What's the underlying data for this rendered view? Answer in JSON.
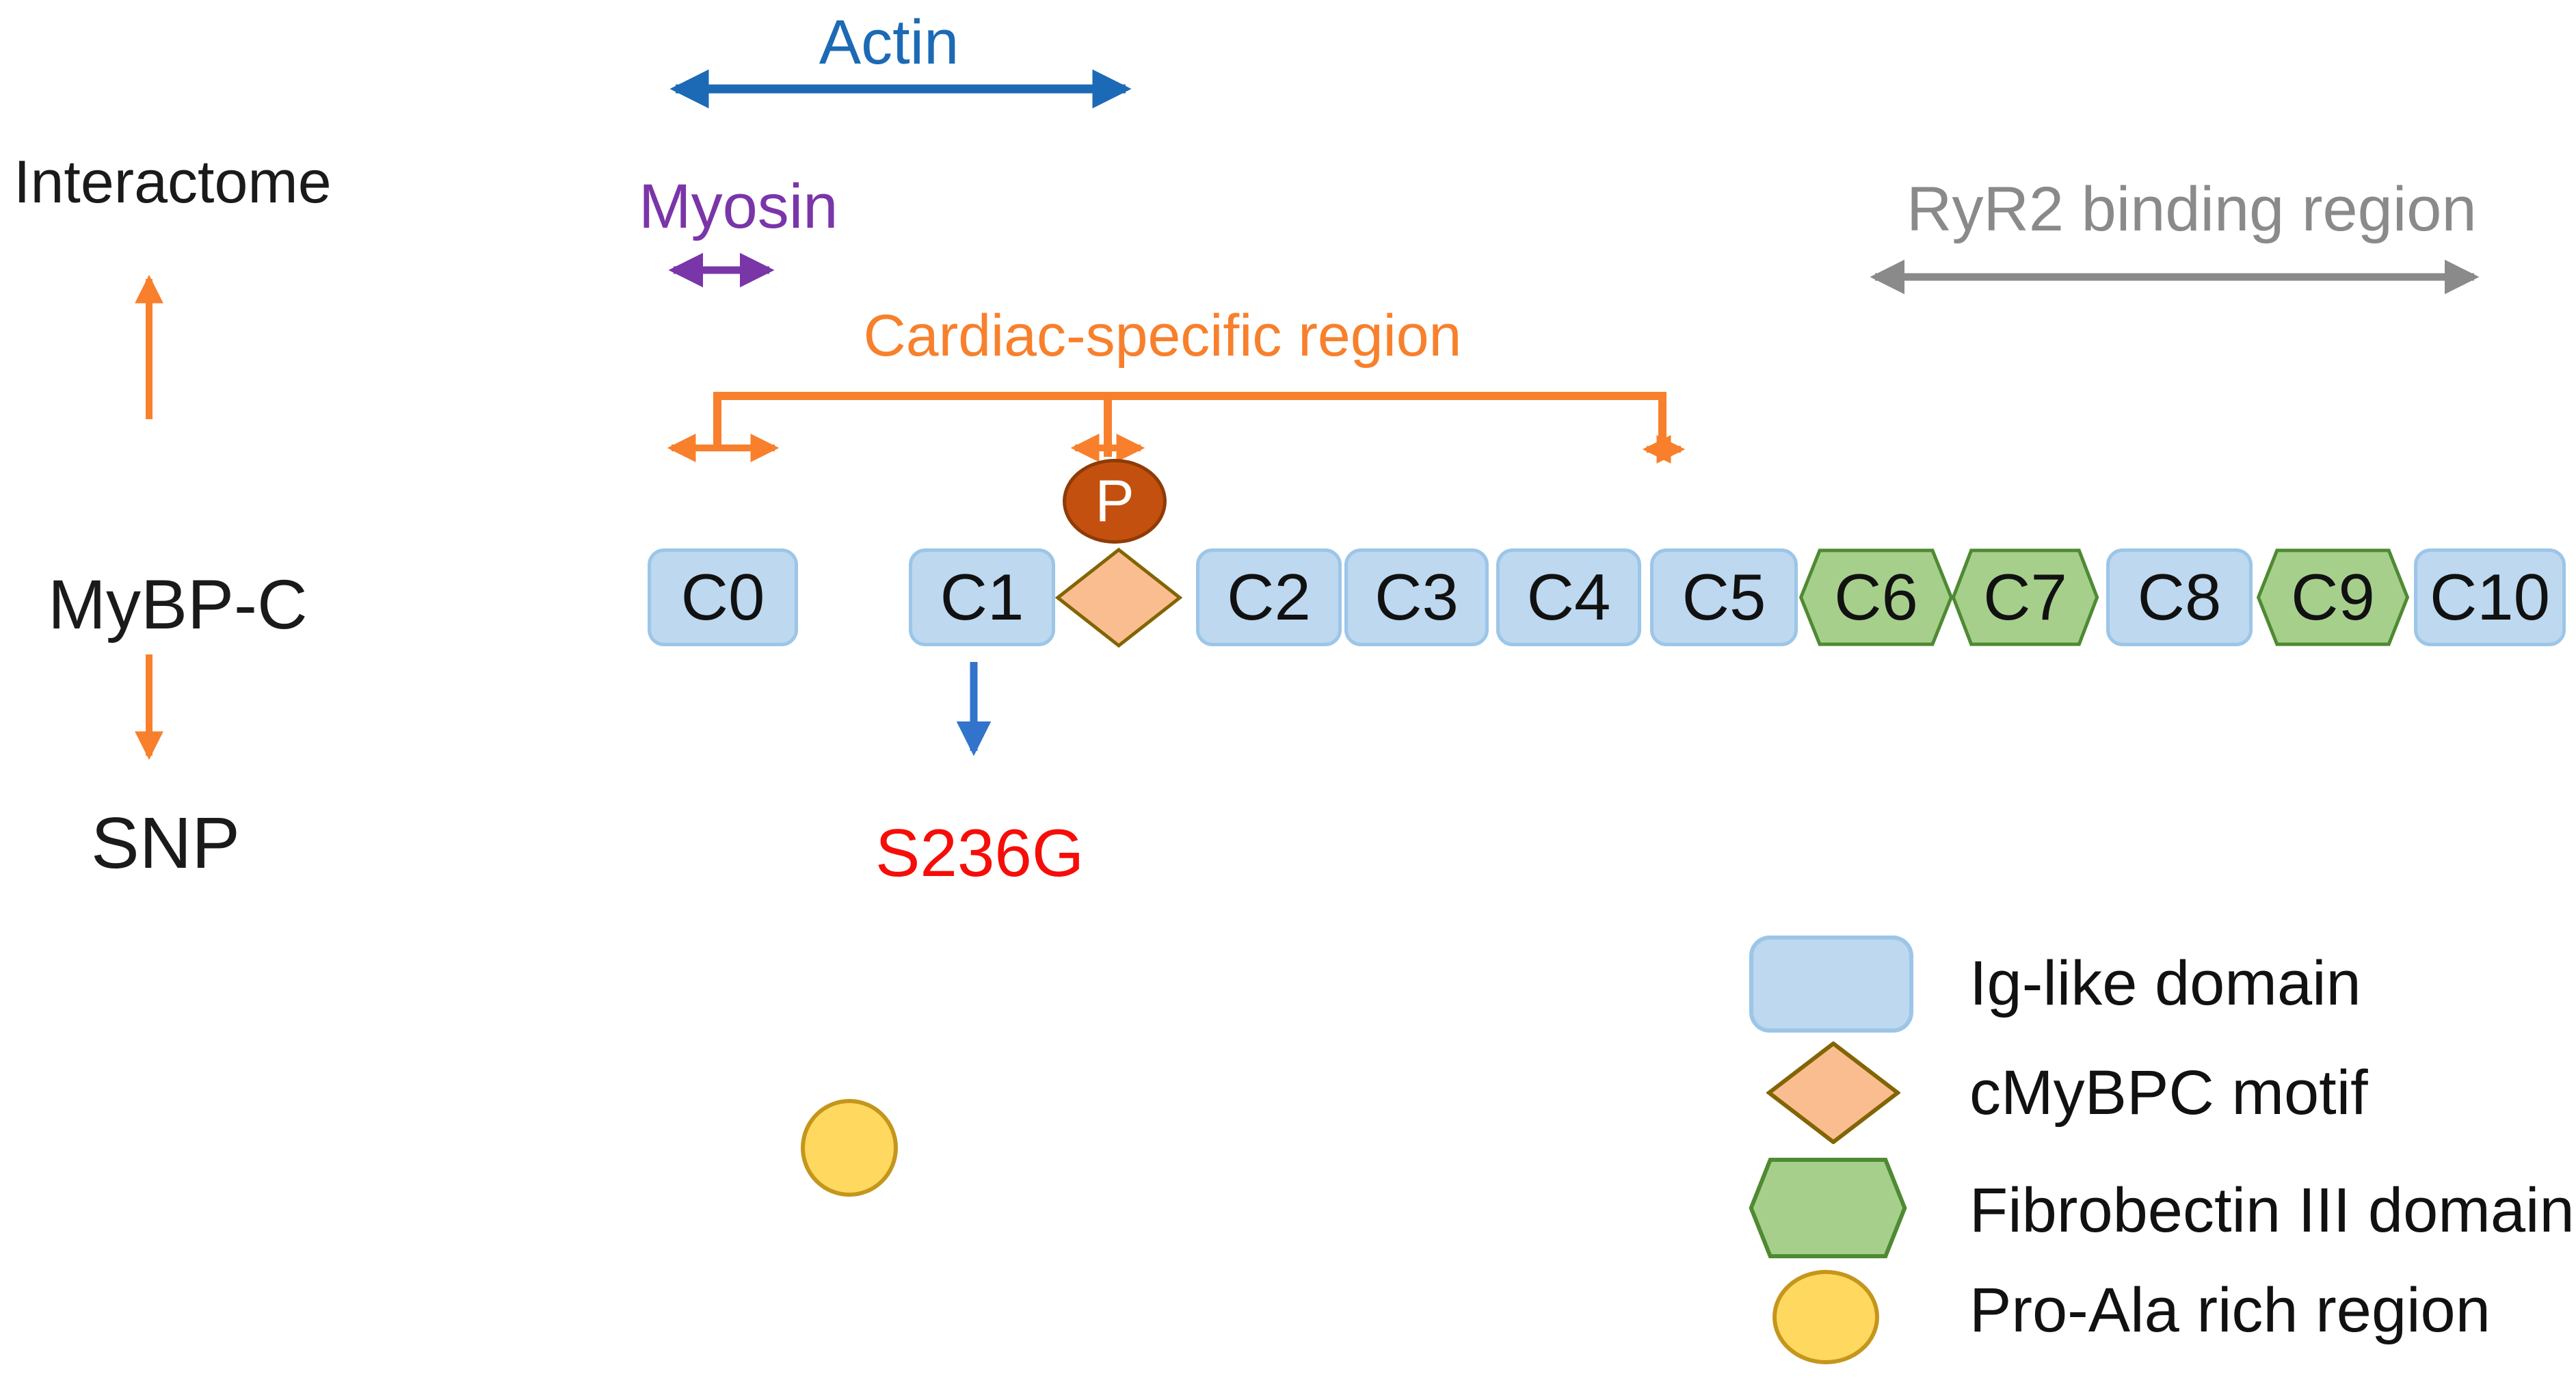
{
  "figure": {
    "left_axis": {
      "interactome": "Interactome",
      "protein": "MyBP-C",
      "snp": "SNP"
    },
    "bindings": {
      "actin": "Actin",
      "myosin": "Myosin",
      "ryr2": "RyR2 binding region",
      "cardiac": "Cardiac-specific region"
    },
    "phospho": "P",
    "mutation": "S236G"
  },
  "domains": [
    {
      "label": "C0",
      "type": "ig-like"
    },
    {
      "label": "C1",
      "type": "ig-like"
    },
    {
      "label": "C2",
      "type": "ig-like"
    },
    {
      "label": "C3",
      "type": "ig-like"
    },
    {
      "label": "C4",
      "type": "ig-like"
    },
    {
      "label": "C5",
      "type": "ig-like"
    },
    {
      "label": "C6",
      "type": "fibronectin-III"
    },
    {
      "label": "C7",
      "type": "fibronectin-III"
    },
    {
      "label": "C8",
      "type": "ig-like"
    },
    {
      "label": "C9",
      "type": "fibronectin-III"
    },
    {
      "label": "C10",
      "type": "ig-like"
    }
  ],
  "legend": [
    {
      "shape": "rounded-rect",
      "label": "Ig-like domain"
    },
    {
      "shape": "diamond",
      "label": "cMyBPC motif"
    },
    {
      "shape": "hexagon",
      "label": "Fibrobectin III domain"
    },
    {
      "shape": "ellipse",
      "label": "Pro-Ala rich region"
    }
  ],
  "colors": {
    "text_black": "#1a1a1a",
    "actin_blue": "#1c6ab5",
    "myosin_purple": "#7a35a8",
    "ryr2_gray": "#8a8a8a",
    "accent_orange": "#f8802c",
    "mutation_red": "#f60d09",
    "mutation_arrow_blue": "#3273cc",
    "ig_fill": "#bdd8ef",
    "ig_stroke": "#9cc6e8",
    "motif_fill": "#fabd90",
    "motif_stroke": "#826504",
    "fn3_fill": "#a6cf8c",
    "fn3_stroke": "#4f8a33",
    "proala_fill": "#ffd860",
    "proala_stroke": "#c5961b",
    "phospho_fill": "#c3500e",
    "phospho_stroke": "#8f3b08",
    "phospho_text": "#ffffff"
  }
}
